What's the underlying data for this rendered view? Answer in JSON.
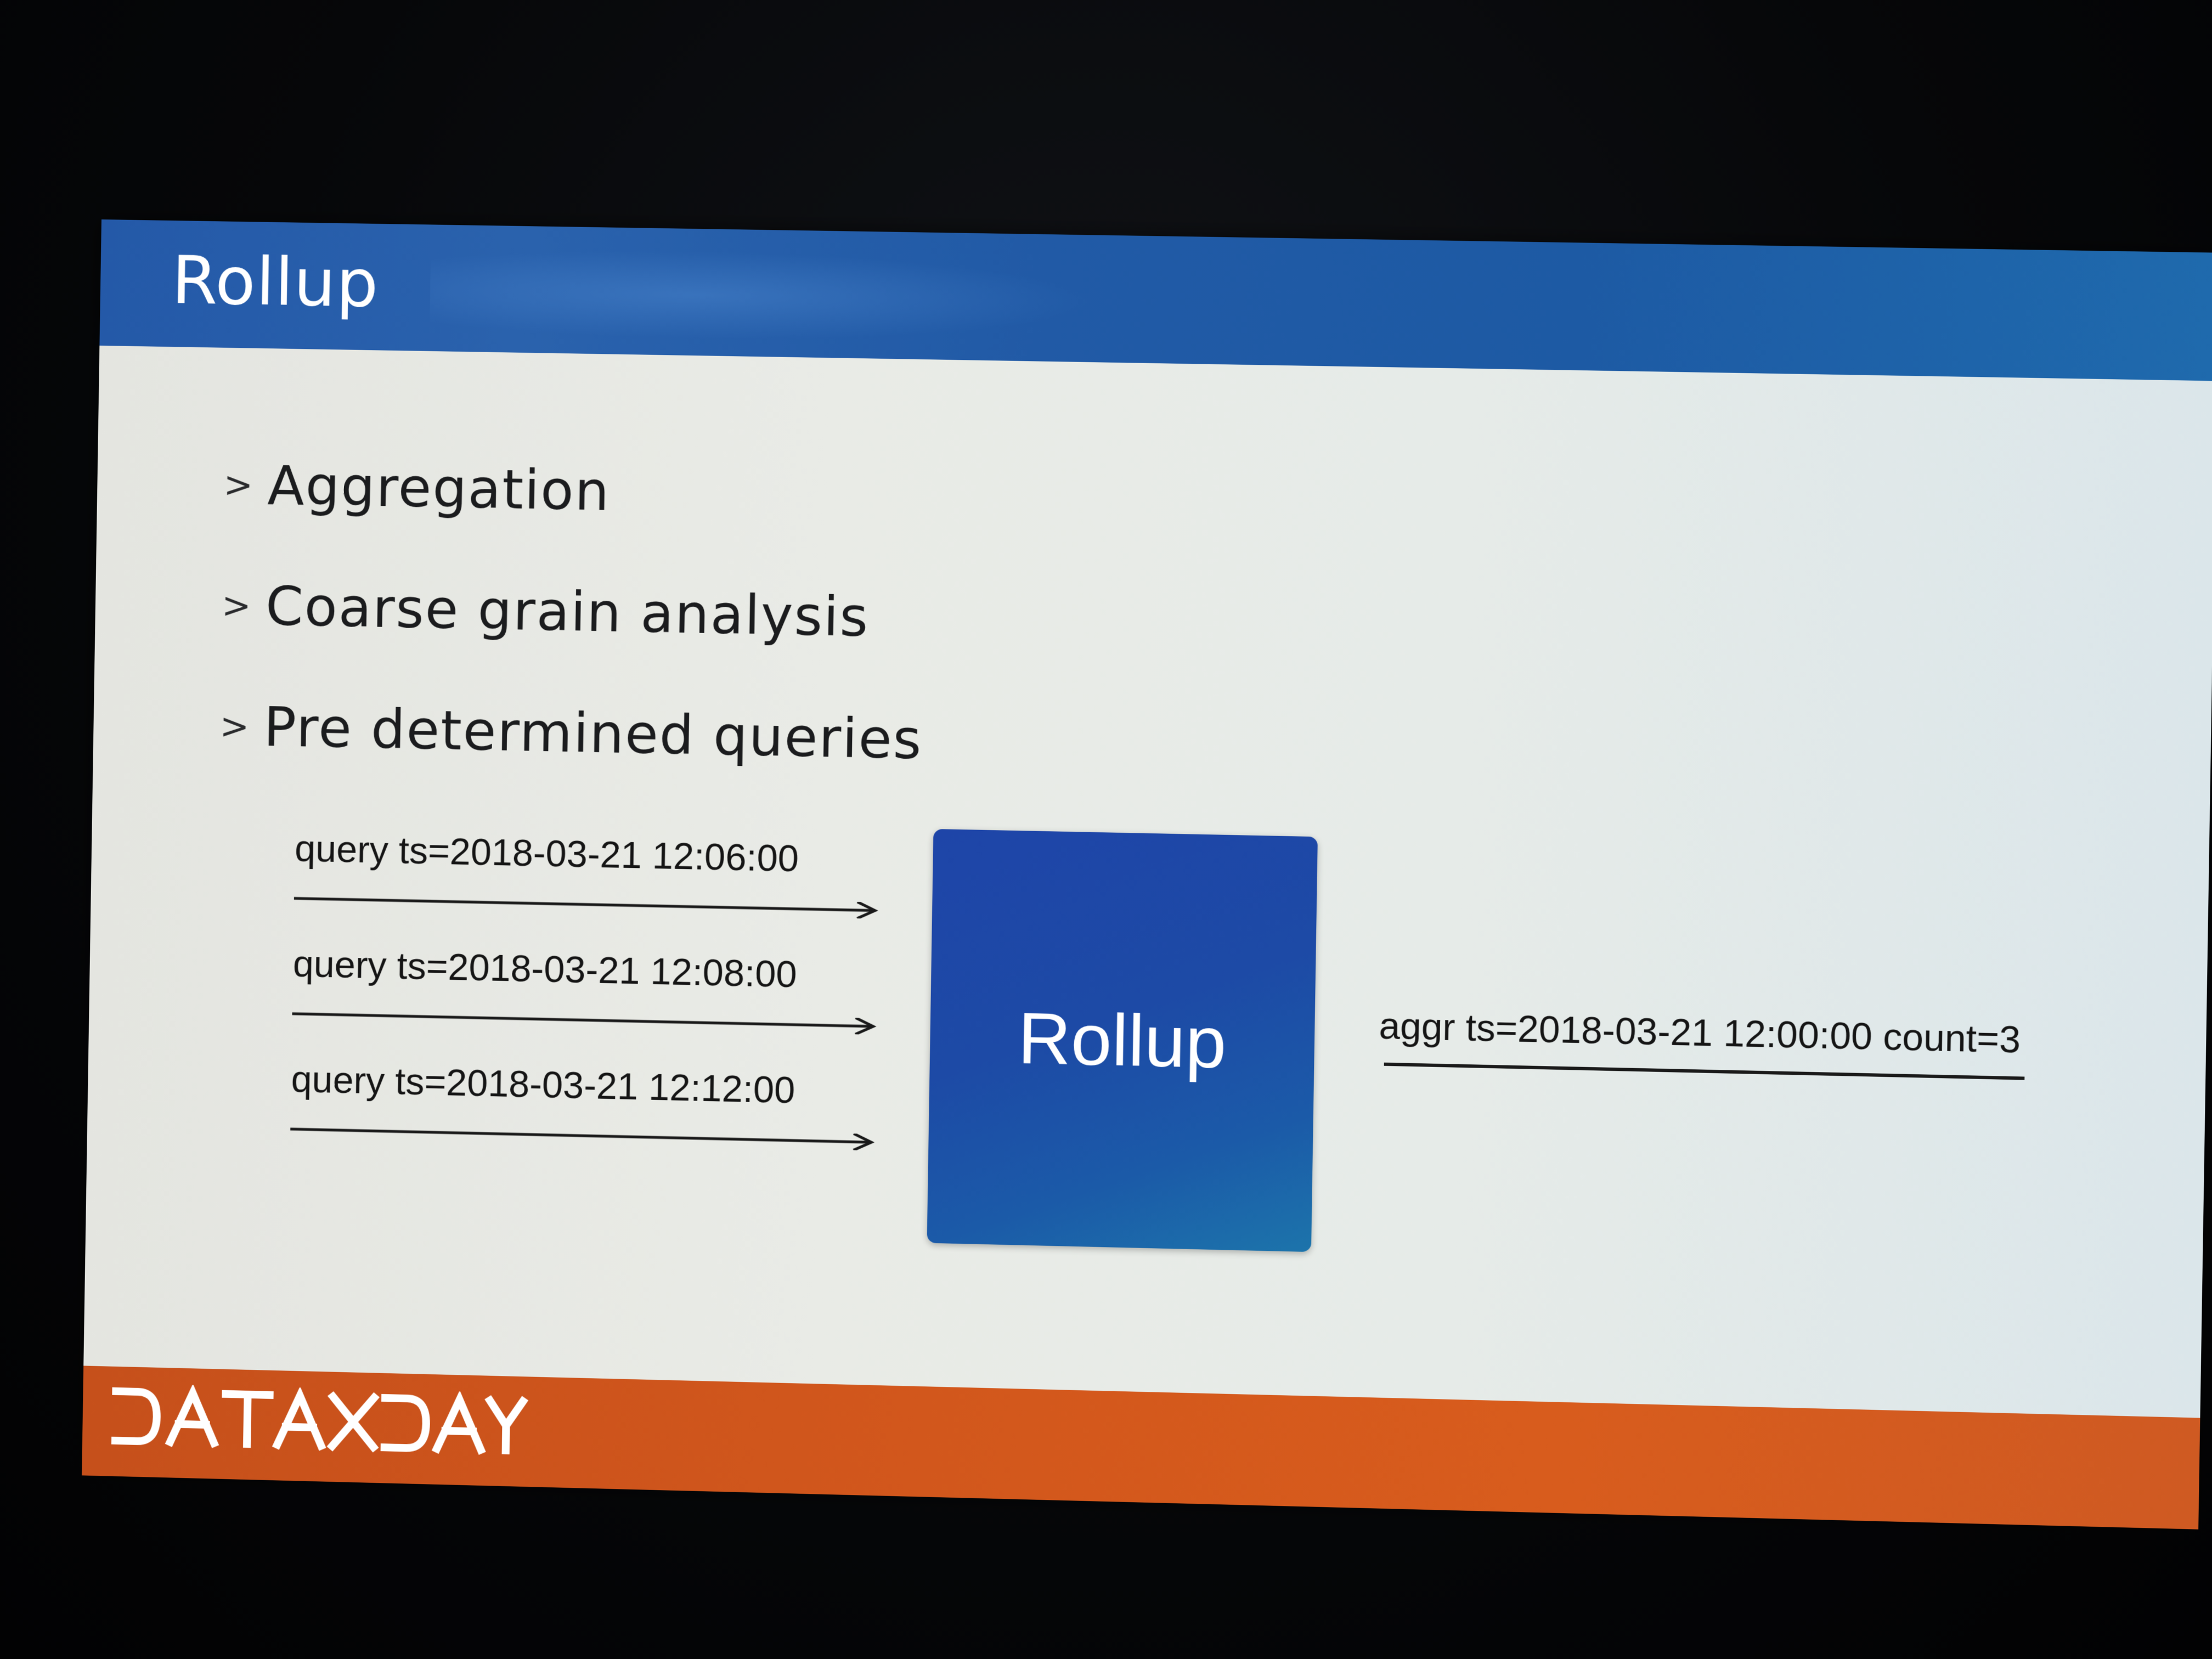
{
  "slide": {
    "title": "Rollup",
    "bullets": [
      {
        "marker": ">",
        "text": "Aggregation"
      },
      {
        "marker": ">",
        "text": "Coarse grain analysis"
      },
      {
        "marker": ">",
        "text": "Pre determined queries"
      }
    ],
    "diagram": {
      "queries": [
        "query ts=2018-03-21 12:06:00",
        "query ts=2018-03-21 12:08:00",
        "query ts=2018-03-21 12:12:00"
      ],
      "box_label": "Rollup",
      "output": "aggr ts=2018-03-21 12:00:00 count=3"
    },
    "footer": {
      "logo_text": "DATAXDAY"
    }
  },
  "colors": {
    "header": "#215aa6",
    "box": "#1d4aa6",
    "footer": "#d2571c",
    "background": "#e6ebe8"
  }
}
